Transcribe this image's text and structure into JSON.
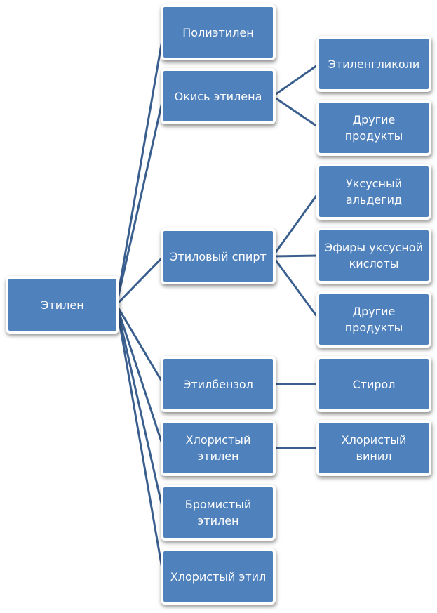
{
  "diagram": {
    "colors": {
      "box_fill": "#4f81bd",
      "box_border": "#ffffff",
      "connector": "#3a5f8f",
      "text": "#ffffff"
    },
    "root": {
      "id": "root",
      "label": "Этилен"
    },
    "level1": [
      {
        "id": "n1",
        "label": "Полиэтилен"
      },
      {
        "id": "n2",
        "label": "Окись этилена"
      },
      {
        "id": "n3",
        "label": "Этиловый спирт"
      },
      {
        "id": "n4",
        "label": "Этилбензол"
      },
      {
        "id": "n5",
        "label": "Хлористый\nэтилен"
      },
      {
        "id": "n6",
        "label": "Бромистый\nэтилен"
      },
      {
        "id": "n7",
        "label": "Хлористый этил"
      }
    ],
    "level2": [
      {
        "id": "n2a",
        "parent": "n2",
        "label": "Этиленгликоли"
      },
      {
        "id": "n2b",
        "parent": "n2",
        "label": "Другие\nпродукты"
      },
      {
        "id": "n3a",
        "parent": "n3",
        "label": "Уксусный\nальдегид"
      },
      {
        "id": "n3b",
        "parent": "n3",
        "label": "Эфиры уксусной\nкислоты"
      },
      {
        "id": "n3c",
        "parent": "n3",
        "label": "Другие\nпродукты"
      },
      {
        "id": "n4a",
        "parent": "n4",
        "label": "Стирол"
      },
      {
        "id": "n5a",
        "parent": "n5",
        "label": "Хлористый\nвинил"
      }
    ]
  }
}
